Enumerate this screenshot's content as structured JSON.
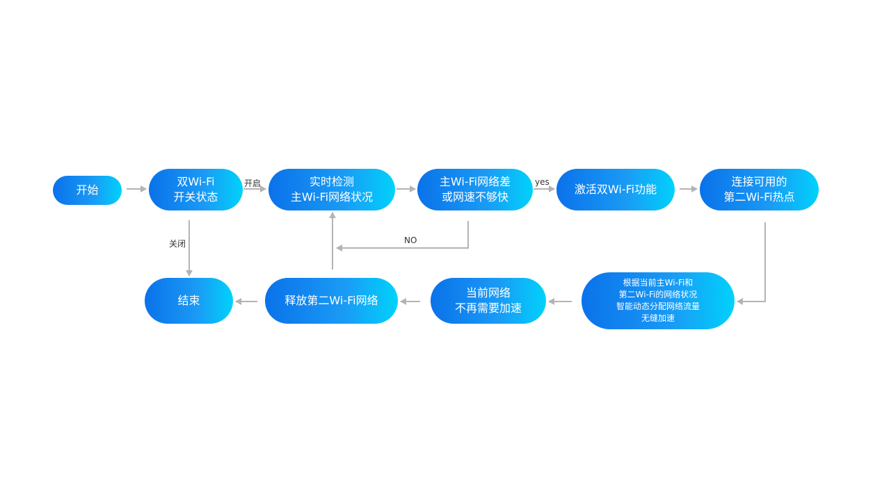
{
  "nodes": {
    "start": [
      "开始"
    ],
    "dual_switch": [
      "双Wi-Fi",
      "开关状态"
    ],
    "realtime_detect": [
      "实时检测",
      "主Wi-Fi网络状况"
    ],
    "main_poor": [
      "主Wi-Fi网络差",
      "或网速不够快"
    ],
    "activate": [
      "激活双Wi-Fi功能"
    ],
    "connect": [
      "连接可用的",
      "第二Wi-Fi热点"
    ],
    "allocate": [
      "根据当前主Wi-Fi和",
      "第二Wi-Fi的网络状况",
      "智能动态分配网络流量",
      "无缝加速"
    ],
    "no_need": [
      "当前网络",
      "不再需要加速"
    ],
    "release": [
      "释放第二Wi-Fi网络"
    ],
    "end": [
      "结束"
    ]
  },
  "edge_labels": {
    "on": "开启",
    "yes": "yes",
    "no": "NO",
    "off": "关闭"
  },
  "colors": {
    "node_gradient_start": "#0a72ea",
    "node_gradient_end": "#00d2fb",
    "arrow": "#b3b3b3"
  }
}
